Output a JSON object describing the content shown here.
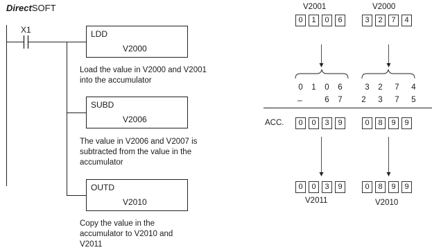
{
  "brand": {
    "prefix": "Direct",
    "suffix": "SOFT"
  },
  "ladder": {
    "contact_label": "X1",
    "instructions": [
      {
        "op": "LDD",
        "operand": "V2000",
        "description": "Load the value in V2000 and V2001 into the accumulator"
      },
      {
        "op": "SUBD",
        "operand": "V2006",
        "description": "The value in V2006 and V2007 is subtracted from the value in the accumulator"
      },
      {
        "op": "OUTD",
        "operand": "V2010",
        "description": "Copy the value in the accumulator to V2010 and V2011"
      }
    ]
  },
  "memory": {
    "source": {
      "high_label": "V2001",
      "high_digits": [
        "0",
        "1",
        "0",
        "6"
      ],
      "low_label": "V2000",
      "low_digits": [
        "3",
        "2",
        "7",
        "4"
      ]
    },
    "calc": {
      "operand1": [
        "0",
        "1",
        "0",
        "6",
        "3",
        "2",
        "7",
        "4"
      ],
      "minus_sign": "–",
      "operand2": [
        "",
        "",
        "6",
        "7",
        "2",
        "3",
        "7",
        "5"
      ]
    },
    "accumulator": {
      "label": "ACC.",
      "digits": [
        "0",
        "0",
        "3",
        "9",
        "0",
        "8",
        "9",
        "9"
      ]
    },
    "result": {
      "high_label": "V2011",
      "high_digits": [
        "0",
        "0",
        "3",
        "9"
      ],
      "low_label": "V2010",
      "low_digits": [
        "0",
        "8",
        "9",
        "9"
      ]
    }
  }
}
